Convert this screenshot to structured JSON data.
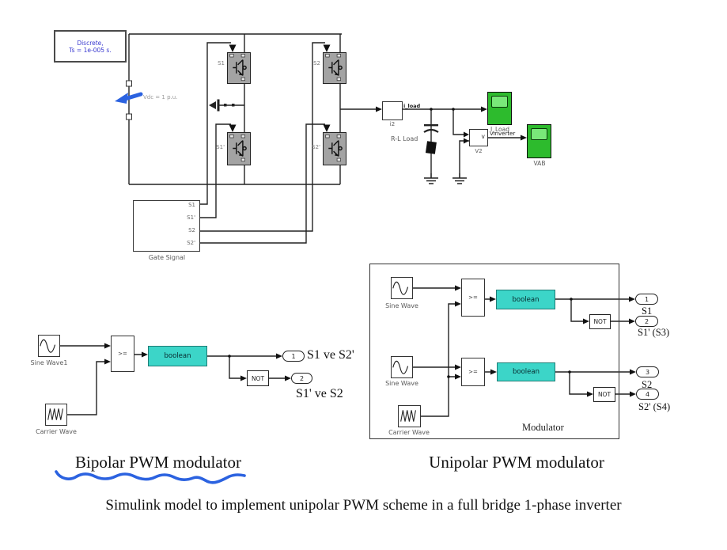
{
  "colors": {
    "scope_green": "#2dbb2d",
    "scope_screen_green": "#79e879",
    "boolean_cyan": "#3cd5c8",
    "annotation_blue": "#3a3ad0",
    "pen_blue": "#2b62e0",
    "wire_black": "#222222",
    "switch_gray": "#a3a3a3"
  },
  "inverter": {
    "discrete_note": {
      "line1": "Discrete,",
      "line2": "Ts = 1e-005 s."
    },
    "vdc_label": "Vdc = 1 p.u.",
    "switch_s1": "S1",
    "switch_s2": "S2",
    "switch_s1p": "S1'",
    "switch_s2p": "S2'",
    "gate_signal": {
      "label": "Gate Signal",
      "port1": "S1",
      "port2": "S1'",
      "port3": "S2",
      "port4": "S2'"
    },
    "i2_label": "i2",
    "i_load_wire_label": "i_load",
    "rl_load_label": "R-L Load",
    "v2_label": "V2",
    "v2_glyph": "v",
    "vinverter_wire_label": "Vinverter",
    "scope_iload_label": "I_Load",
    "scope_vab_label": "VAB"
  },
  "bipolar": {
    "title": "Bipolar PWM modulator",
    "sine_label": "Sine Wave1",
    "carrier_label": "Carrier Wave",
    "relop": ">=",
    "boolean_label": "boolean",
    "not_label": "NOT",
    "out1_num": "1",
    "out1_label": "S1 ve S2'",
    "out2_num": "2",
    "out2_label": "S1' ve S2"
  },
  "unipolar": {
    "title": "Unipolar PWM modulator",
    "modulator_label": "Modulator",
    "sine1_label": "Sine Wave",
    "sine2_label": "Sine Wave",
    "carrier_label": "Carrier Wave",
    "relop1": ">=",
    "relop2": ">=",
    "boolean1_label": "boolean",
    "boolean2_label": "boolean",
    "not1_label": "NOT",
    "not2_label": "NOT",
    "out1_num": "1",
    "out1_label": "S1",
    "out2_num": "2",
    "out2_label": "S1' (S3)",
    "out3_num": "3",
    "out3_label": "S2",
    "out4_num": "4",
    "out4_label": "S2' (S4)"
  },
  "caption": "Simulink model to implement unipolar PWM scheme in a full bridge 1-phase inverter"
}
